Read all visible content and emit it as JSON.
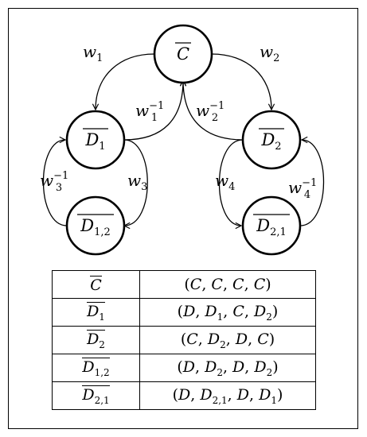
{
  "nodes": [
    {
      "id": "C",
      "base": "C",
      "sub": ""
    },
    {
      "id": "D1",
      "base": "D",
      "sub": "1"
    },
    {
      "id": "D2",
      "base": "D",
      "sub": "2"
    },
    {
      "id": "D12",
      "base": "D",
      "sub": "1,2"
    },
    {
      "id": "D21",
      "base": "D",
      "sub": "2,1"
    }
  ],
  "edges": [
    {
      "from": "C",
      "to": "D1",
      "label": {
        "base": "w",
        "sub": "1",
        "sup": ""
      }
    },
    {
      "from": "C",
      "to": "D2",
      "label": {
        "base": "w",
        "sub": "2",
        "sup": ""
      }
    },
    {
      "from": "D1",
      "to": "C",
      "label": {
        "base": "w",
        "sub": "1",
        "sup": "−1"
      }
    },
    {
      "from": "D2",
      "to": "C",
      "label": {
        "base": "w",
        "sub": "2",
        "sup": "−1"
      }
    },
    {
      "from": "D1",
      "to": "D12",
      "label": {
        "base": "w",
        "sub": "3",
        "sup": ""
      }
    },
    {
      "from": "D12",
      "to": "D1",
      "label": {
        "base": "w",
        "sub": "3",
        "sup": "−1"
      }
    },
    {
      "from": "D2",
      "to": "D21",
      "label": {
        "base": "w",
        "sub": "4",
        "sup": ""
      }
    },
    {
      "from": "D21",
      "to": "D2",
      "label": {
        "base": "w",
        "sub": "4",
        "sup": "−1"
      }
    }
  ],
  "table": [
    {
      "state": {
        "base": "C",
        "sub": ""
      },
      "tuple": [
        {
          "b": "C",
          "s": ""
        },
        {
          "b": "C",
          "s": ""
        },
        {
          "b": "C",
          "s": ""
        },
        {
          "b": "C",
          "s": ""
        }
      ]
    },
    {
      "state": {
        "base": "D",
        "sub": "1"
      },
      "tuple": [
        {
          "b": "D",
          "s": ""
        },
        {
          "b": "D",
          "s": "1"
        },
        {
          "b": "C",
          "s": ""
        },
        {
          "b": "D",
          "s": "2"
        }
      ]
    },
    {
      "state": {
        "base": "D",
        "sub": "2"
      },
      "tuple": [
        {
          "b": "C",
          "s": ""
        },
        {
          "b": "D",
          "s": "2"
        },
        {
          "b": "D",
          "s": ""
        },
        {
          "b": "C",
          "s": ""
        }
      ]
    },
    {
      "state": {
        "base": "D",
        "sub": "1,2"
      },
      "tuple": [
        {
          "b": "D",
          "s": ""
        },
        {
          "b": "D",
          "s": "2"
        },
        {
          "b": "D",
          "s": ""
        },
        {
          "b": "D",
          "s": "2"
        }
      ]
    },
    {
      "state": {
        "base": "D",
        "sub": "2,1"
      },
      "tuple": [
        {
          "b": "D",
          "s": ""
        },
        {
          "b": "D",
          "s": "2,1"
        },
        {
          "b": "D",
          "s": ""
        },
        {
          "b": "D",
          "s": "1"
        }
      ]
    }
  ]
}
